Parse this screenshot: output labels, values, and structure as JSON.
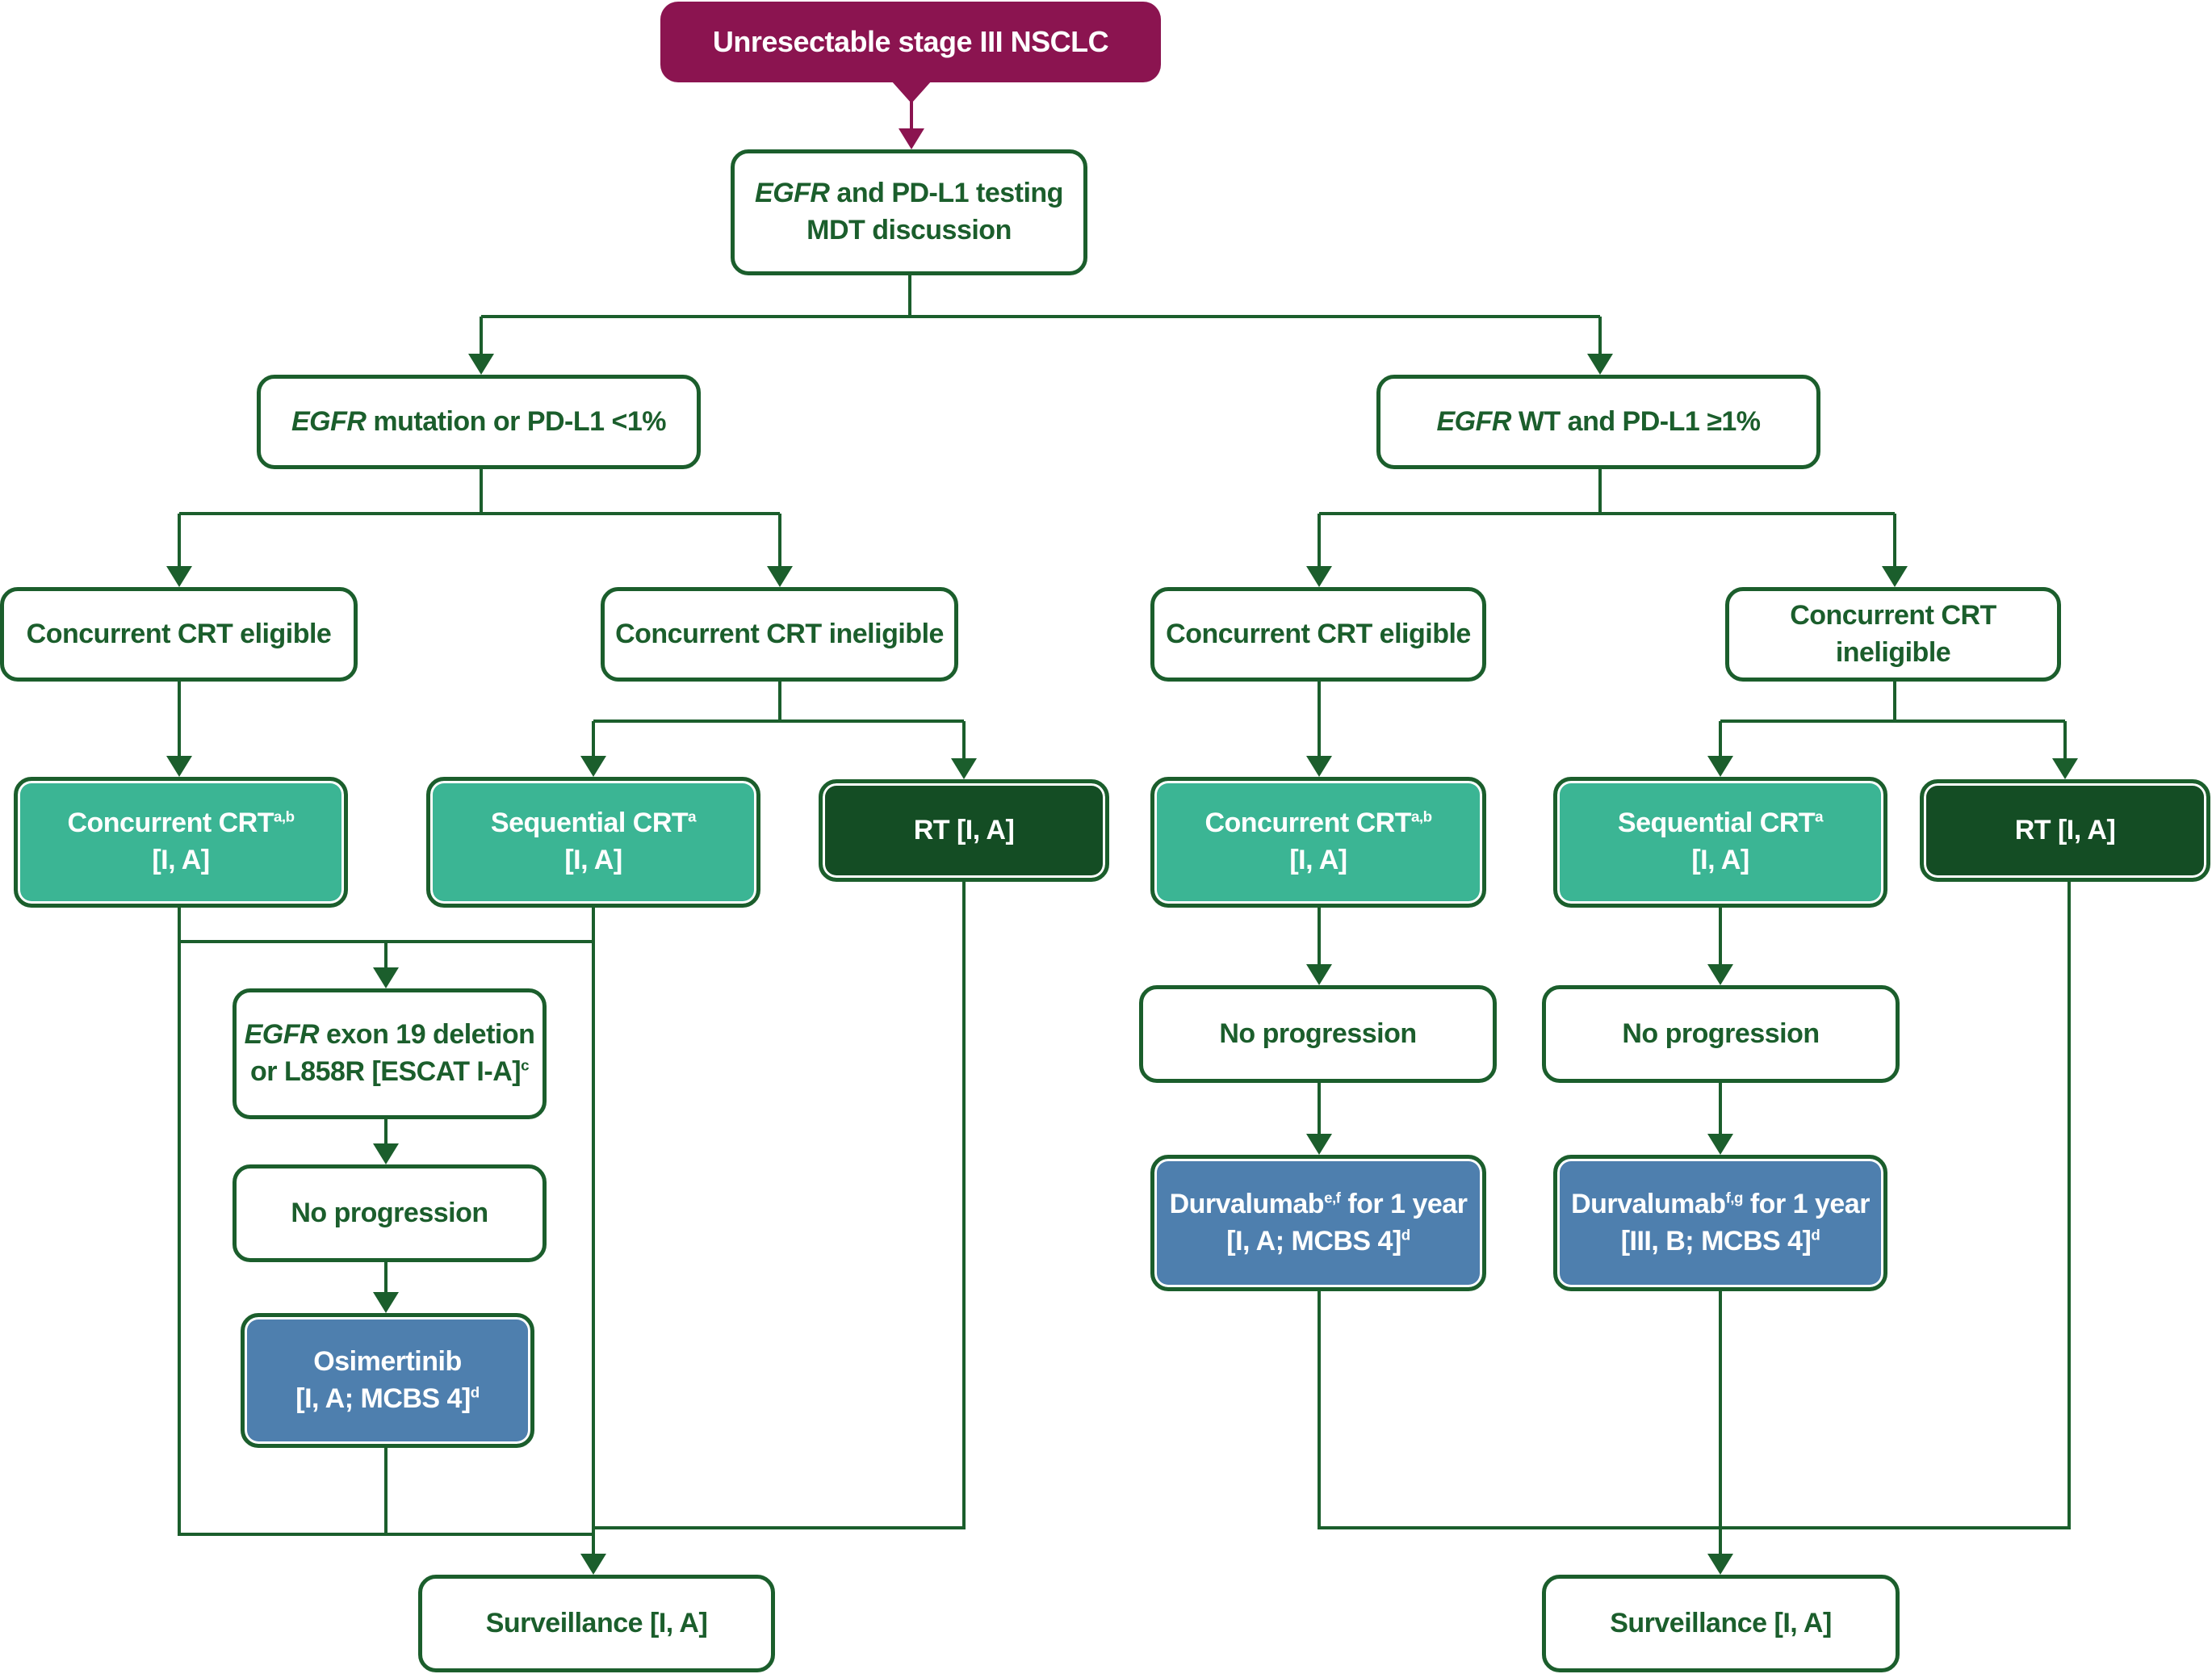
{
  "colors": {
    "line": "#1b5e2c",
    "top_box": "#8b1450",
    "teal_box": "#3bb594",
    "dark_box": "#144d24",
    "blue_box": "#4e7fae"
  },
  "nodes": {
    "root": {
      "text": "Unresectable stage III NSCLC"
    },
    "testing": {
      "line1_italic": "EGFR",
      "line1_rest": " and PD-L1 testing",
      "line2": "MDT discussion"
    },
    "left_branch": {
      "italic": "EGFR",
      "rest": " mutation or PD-L1 <1%"
    },
    "right_branch": {
      "italic": "EGFR",
      "rest": " WT and PD-L1 ≥1%"
    },
    "l_eligible": {
      "text": "Concurrent CRT eligible"
    },
    "l_ineligible": {
      "text": "Concurrent CRT ineligible"
    },
    "r_eligible": {
      "text": "Concurrent CRT eligible"
    },
    "r_ineligible": {
      "text": "Concurrent CRT ineligible"
    },
    "l_concurrent_crt": {
      "line1": "Concurrent CRT",
      "sup": "a,b",
      "line2": "[I, A]"
    },
    "l_sequential_crt": {
      "line1": "Sequential CRT",
      "sup": "a",
      "line2": "[I, A]"
    },
    "l_rt": {
      "text": "RT [I, A]"
    },
    "r_concurrent_crt": {
      "line1": "Concurrent CRT",
      "sup": "a,b",
      "line2": "[I, A]"
    },
    "r_sequential_crt": {
      "line1": "Sequential CRT",
      "sup": "a",
      "line2": "[I, A]"
    },
    "r_rt": {
      "text": "RT [I, A]"
    },
    "egfr_exon": {
      "line1_italic": "EGFR",
      "line1_rest": " exon 19 deletion",
      "line2": "or L858R [ESCAT I-A]",
      "sup": "c"
    },
    "l_no_progression": {
      "text": "No progression"
    },
    "osimertinib": {
      "line1": "Osimertinib",
      "line2": "[I, A; MCBS 4]",
      "sup": "d"
    },
    "r1_no_progression": {
      "text": "No progression"
    },
    "r2_no_progression": {
      "text": "No progression"
    },
    "durva1": {
      "line1_pre": "Durvalumab",
      "sup1": "e,f",
      "line1_post": " for 1 year",
      "line2": "[I, A; MCBS 4]",
      "sup2": "d"
    },
    "durva2": {
      "line1_pre": "Durvalumab",
      "sup1": "f,g",
      "line1_post": " for 1 year",
      "line2": "[III, B; MCBS 4]",
      "sup2": "d"
    },
    "l_surveillance": {
      "text": "Surveillance [I, A]"
    },
    "r_surveillance": {
      "text": "Surveillance [I, A]"
    }
  }
}
